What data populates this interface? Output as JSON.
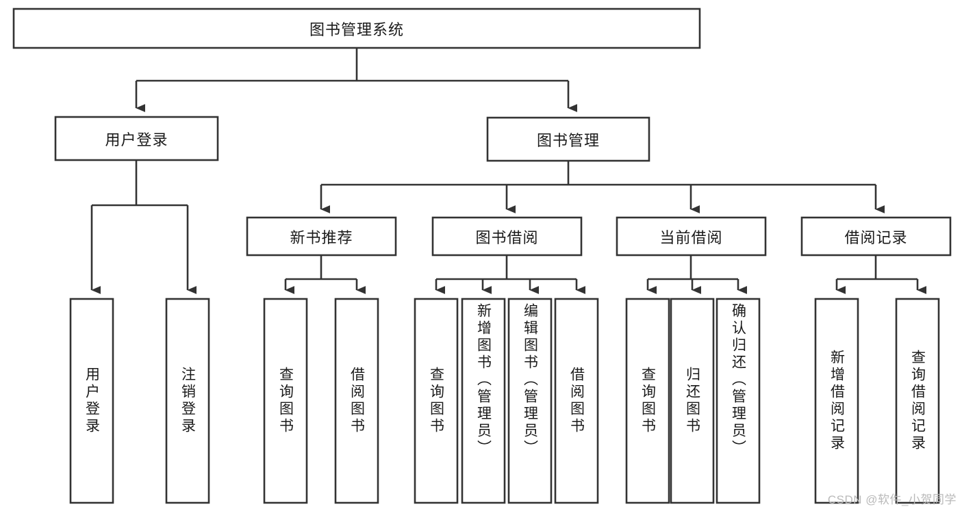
{
  "diagram": {
    "title": "图书管理系统",
    "type": "tree-hierarchy",
    "colors": {
      "stroke": "#333333",
      "fill": "#ffffff",
      "text": "#1a1a1a",
      "watermark": "#b9b9b9"
    },
    "root": {
      "label": "图书管理系统"
    },
    "level2": [
      {
        "label": "用户登录"
      },
      {
        "label": "图书管理"
      }
    ],
    "level3": [
      {
        "label": "新书推荐"
      },
      {
        "label": "图书借阅"
      },
      {
        "label": "当前借阅"
      },
      {
        "label": "借阅记录"
      }
    ],
    "leaves_user_login": [
      {
        "label": "用户登录"
      },
      {
        "label": "注销登录"
      }
    ],
    "leaves_new_book": [
      {
        "label": "查询图书"
      },
      {
        "label": "借阅图书"
      }
    ],
    "leaves_borrow": [
      {
        "label": "查询图书"
      },
      {
        "label": "新增图书（管理员）"
      },
      {
        "label": "编辑图书（管理员）"
      },
      {
        "label": "借阅图书"
      }
    ],
    "leaves_current": [
      {
        "label": "查询图书"
      },
      {
        "label": "归还图书"
      },
      {
        "label": "确认归还（管理员）"
      }
    ],
    "leaves_record": [
      {
        "label": "新增借阅记录"
      },
      {
        "label": "查询借阅记录"
      }
    ]
  },
  "watermark": {
    "text": "CSDN @软件_小贺同学"
  }
}
